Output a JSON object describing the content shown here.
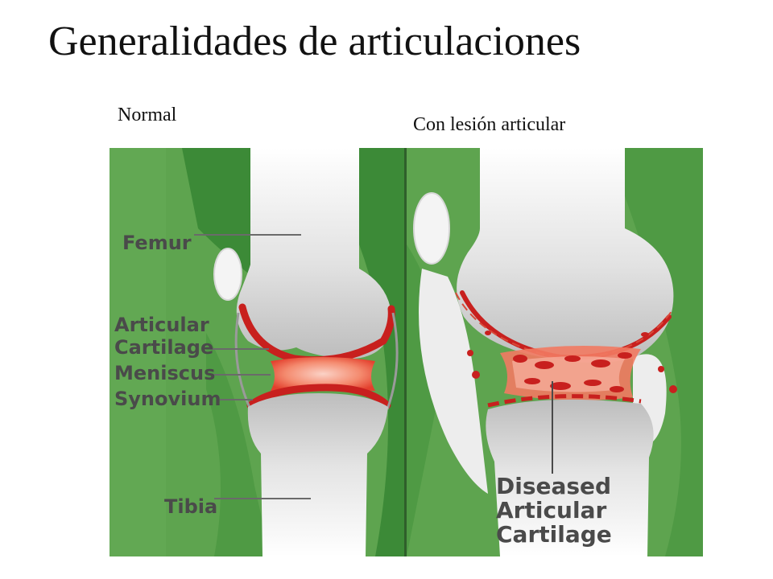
{
  "title": "Generalidades de articulaciones",
  "captions": {
    "normal": "Normal",
    "lesion": "Con lesión articular"
  },
  "figure": {
    "normal_labels": [
      "Femur",
      "Articular",
      "Cartilage",
      "Meniscus",
      "Synovium",
      "Tibia"
    ],
    "diseased_label": [
      "Diseased",
      "Articular",
      "Cartilage"
    ],
    "colors": {
      "background": "#5ea44f",
      "dark_tissue": "#3c8a37",
      "bone": "#e6e6e6",
      "cartilage": "#c8201e",
      "inflamed": "#f27a62"
    }
  }
}
